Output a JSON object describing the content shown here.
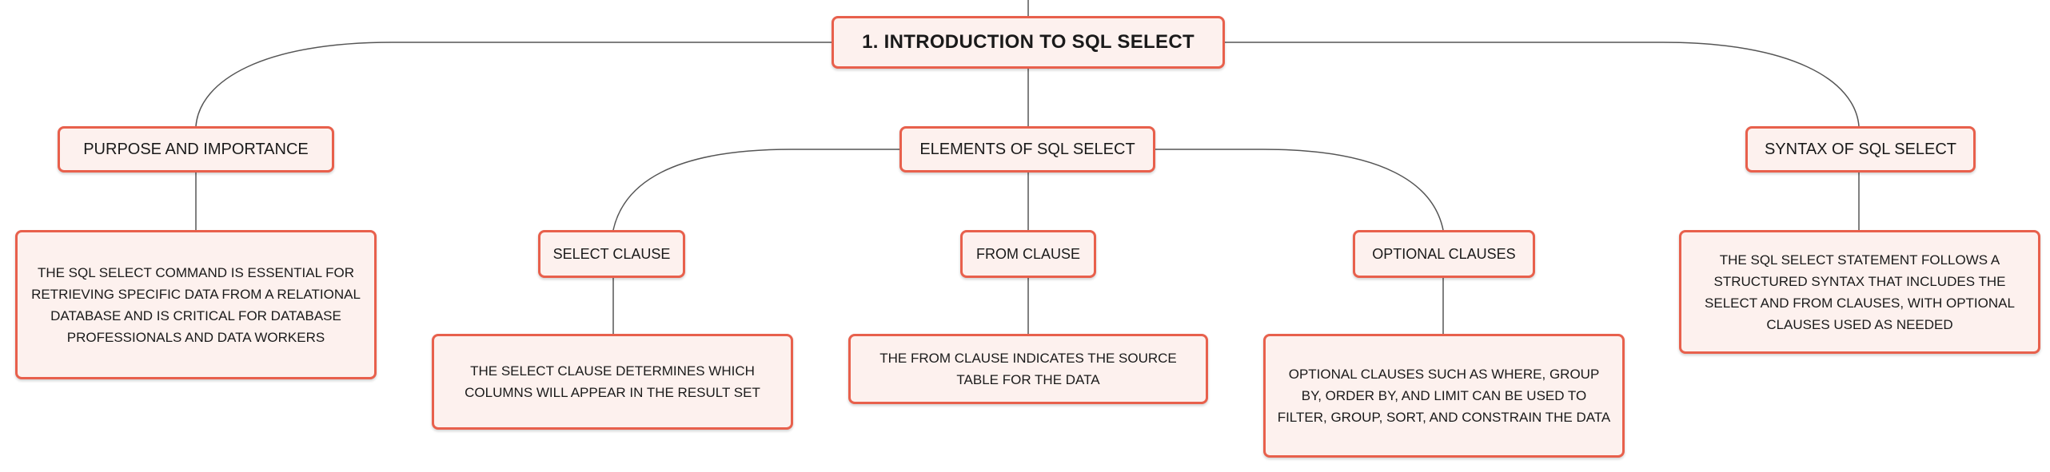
{
  "root": {
    "title": "1. INTRODUCTION TO SQL SELECT"
  },
  "purpose": {
    "title": "PURPOSE AND IMPORTANCE",
    "description": "THE SQL SELECT COMMAND IS ESSENTIAL FOR RETRIEVING SPECIFIC DATA FROM A RELATIONAL DATABASE AND IS CRITICAL FOR DATABASE PROFESSIONALS AND DATA WORKERS"
  },
  "elements": {
    "title": "ELEMENTS OF SQL SELECT",
    "select_clause": {
      "title": "SELECT CLAUSE",
      "description": "THE SELECT CLAUSE DETERMINES WHICH COLUMNS WILL APPEAR IN THE RESULT SET"
    },
    "from_clause": {
      "title": "FROM CLAUSE",
      "description": "THE FROM CLAUSE INDICATES THE SOURCE TABLE FOR THE DATA"
    },
    "optional_clauses": {
      "title": "OPTIONAL CLAUSES",
      "description": "OPTIONAL CLAUSES SUCH AS WHERE, GROUP BY, ORDER BY, AND LIMIT CAN BE USED TO FILTER, GROUP, SORT, AND CONSTRAIN THE DATA"
    }
  },
  "syntax": {
    "title": "SYNTAX OF SQL SELECT",
    "description": "THE SQL SELECT STATEMENT FOLLOWS A STRUCTURED SYNTAX THAT INCLUDES THE SELECT AND FROM CLAUSES, WITH OPTIONAL CLAUSES USED AS NEEDED"
  },
  "colors": {
    "border": "#e8604c",
    "fill": "#fdf1ee",
    "line": "#555555"
  }
}
